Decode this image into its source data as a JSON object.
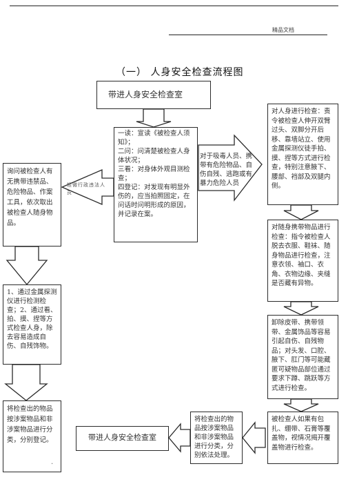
{
  "header": {
    "label": "精品文档"
  },
  "title": "（一）  人身安全检查流程图",
  "boxes": {
    "start": "带进人身安全检查室",
    "steps": [
      "一读：宣读《被检查人须知》；",
      "二问：问清楚被检查人身体状况；",
      "三看：对身体外观目测检查；",
      "四登记：对发现有明显外伤的，应当拍照固定，在问话时问明形成的原因，并记录在案。"
    ],
    "inquire": "询问被检查人有无携带违禁品、危险物品、作案工具，依次取出被检查人随身物品。",
    "legal_arrow": "轻微行政违法人员",
    "drug_arrow": "对于吸毒人员、携带有危险物品、自伤自残、逃跑或有暴力危险人员",
    "body_check": "对人身进行检查：责令被检查人伸开双臂过头、双脚分开后移、靠墙站立、使用金属探测仪徒手拍、摸、捏等方式进行检查，特别注意腋下、腰部、裆部及双腿内侧。",
    "belongings": "对随身携带物品进行检查：指令被检查人脱去衣服、鞋袜、随身物品进行检查，注意衣领、袖口、衣角、衣物边缘、夹缝是否藏有异物。",
    "remove": "卸除皮带、携带领带、金属饰品等容易引起自伤、自残物品；对头发、口腔、腋下、肛门等可能藏匿可疑物品部位通过要求下蹲、跳跃等方式进行检查。",
    "metal_detect": "1、通过金属探测仪进行检测检查；2、通过看、拍、摸、捏等方式检查人身，除去容易造成自伤、自残饰物。",
    "classify_left": "将检查出的物品按涉案物品和非涉案物品进行分类，分别登记。",
    "end": "带进人身安全检查室",
    "classify_mid": "将检查出的物品按涉案物品和非涉案物品进行分类，分别依法处理。",
    "wounds": "被检查人如果有包扎、绷带、石膏等覆盖物，视情况揭开覆盖物进行检查。"
  }
}
